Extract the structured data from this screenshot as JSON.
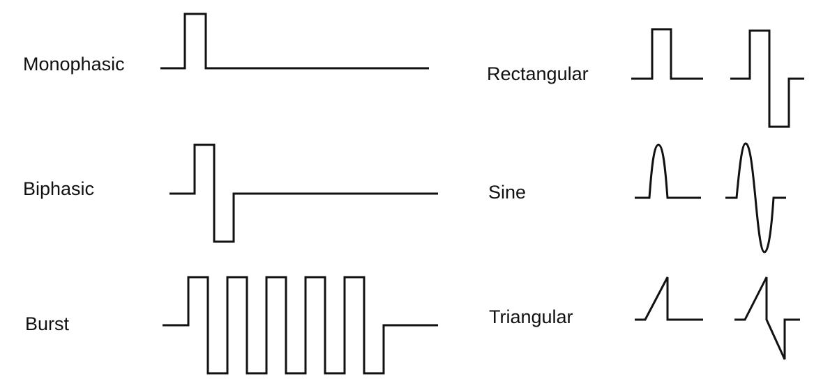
{
  "pulse_types": [
    {
      "id": "monophasic",
      "label": "Monophasic"
    },
    {
      "id": "biphasic",
      "label": "Biphasic"
    },
    {
      "id": "burst",
      "label": "Burst"
    }
  ],
  "waveform_shapes": [
    {
      "id": "rectangular",
      "label": "Rectangular"
    },
    {
      "id": "sine",
      "label": "Sine"
    },
    {
      "id": "triangular",
      "label": "Triangular"
    }
  ],
  "colors": {
    "stroke": "#111111",
    "background": "#ffffff"
  }
}
